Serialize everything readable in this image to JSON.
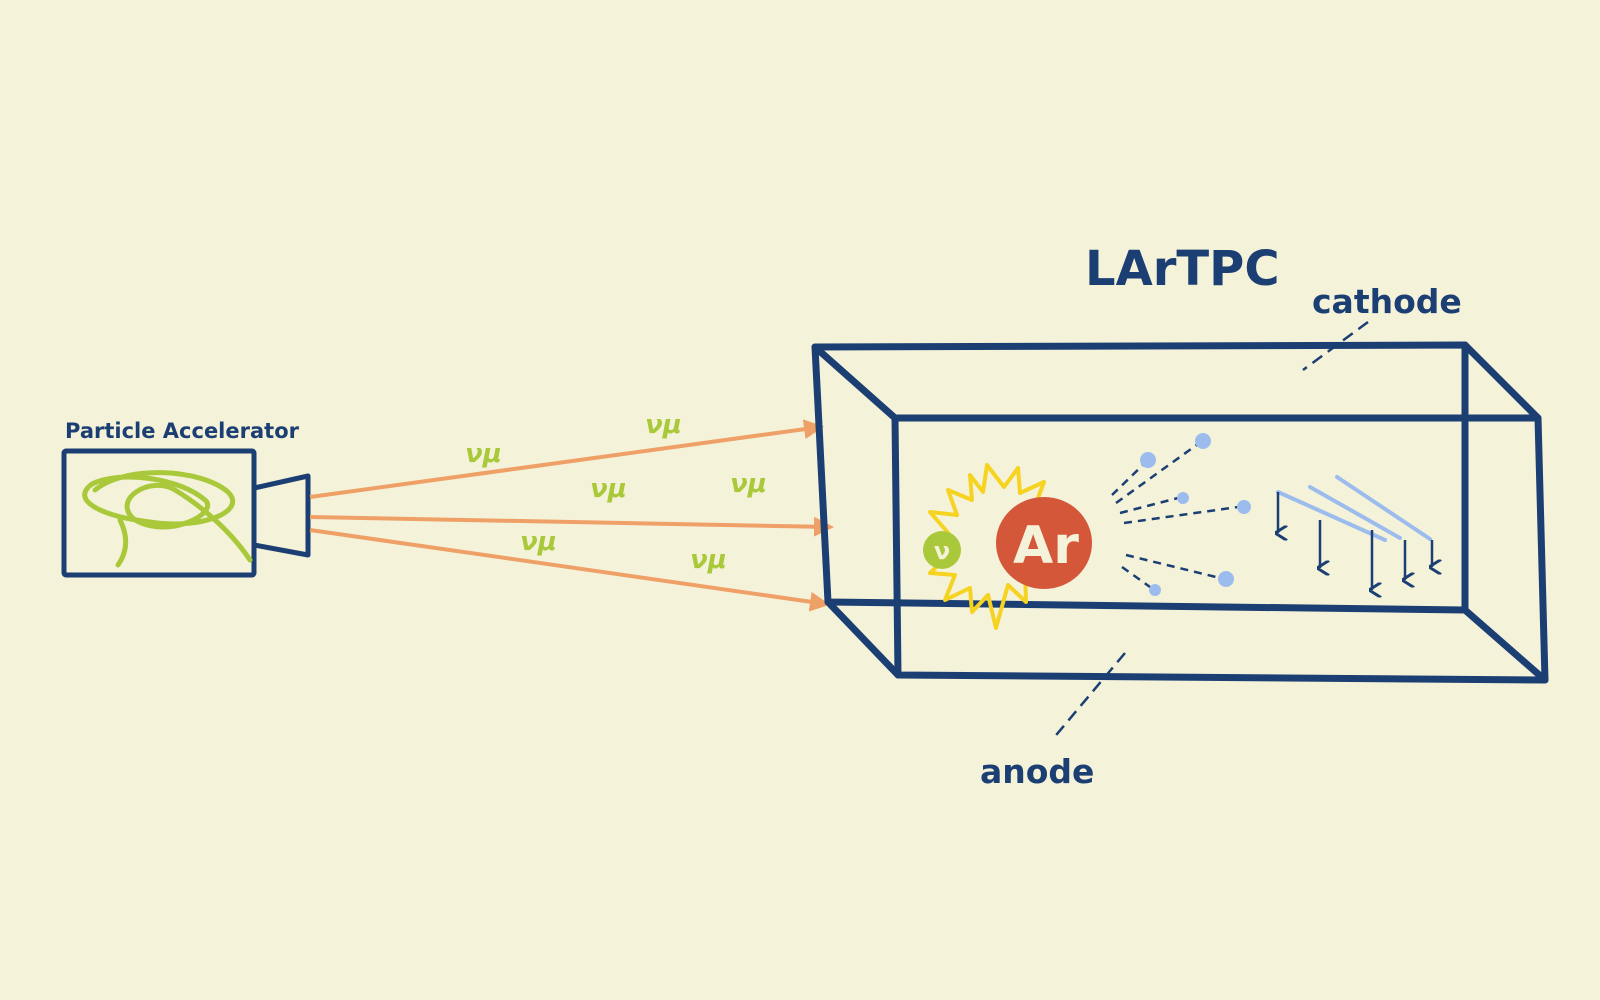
{
  "labels": {
    "accelerator": "Particle Accelerator",
    "detector": "LArTPC",
    "cathode": "cathode",
    "anode": "anode",
    "argon": "Ar",
    "neutrino": "ν",
    "muon_neutrino": "νμ"
  },
  "colors": {
    "background": "#f5f2da",
    "navy": "#1c3f73",
    "beam": "#efa066",
    "lime": "#a9c93a",
    "argon": "#d4573a",
    "flash": "#f5d320",
    "electron": "#9cbcee"
  },
  "icons": {
    "flash": "starburst-icon",
    "particle": "particle-dot-icon",
    "wire": "wire-plane-icon"
  }
}
